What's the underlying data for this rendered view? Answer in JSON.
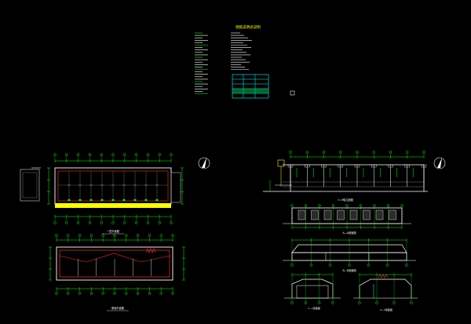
{
  "drawing_sheet": {
    "theme": "cad-dark",
    "colors": {
      "background": "#000000",
      "line_white": "#ffffff",
      "line_green": "#00ff00",
      "line_red": "#ff3030",
      "line_yellow": "#ffff00",
      "line_cyan": "#00ffff",
      "line_gray": "#9a9a9a"
    },
    "notes_title": "图纸说明总说明",
    "plan_views": {
      "top_plan_label": "一层平面图",
      "bottom_plan_label": "屋面平面图"
    },
    "section_views": {
      "main_elevation_label": "①-⑩轴立面图",
      "elevation_2_label": "A—A剖面图",
      "elevation_3_label": "B—B剖面图",
      "detail_left_label": "1—1剖面图",
      "detail_right_label": "2—2剖面图"
    },
    "icons": [
      "north-arrow-icon",
      "north-arrow-icon",
      "selection-box-icon"
    ]
  }
}
